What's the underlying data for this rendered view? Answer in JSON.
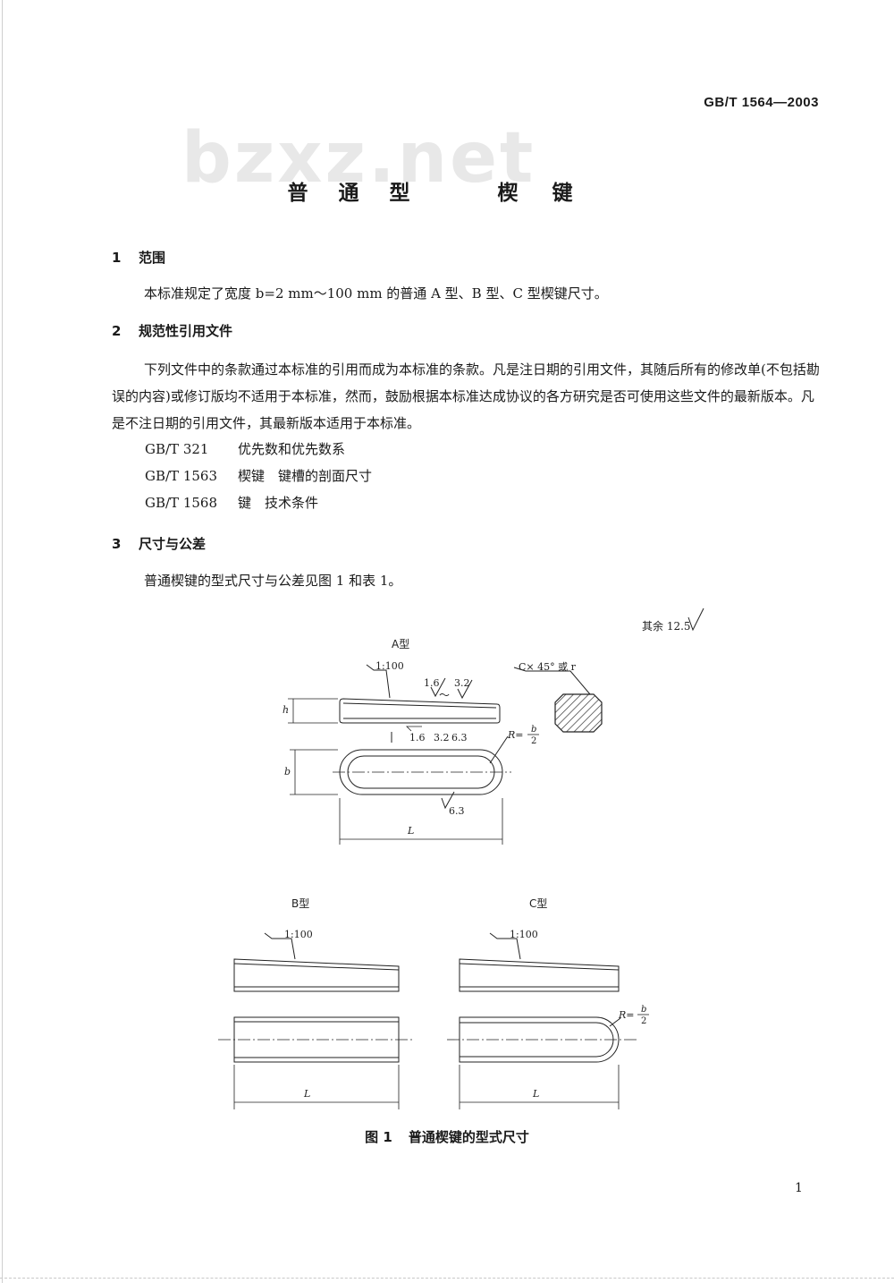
{
  "header": {
    "standard_number": "GB/T 1564—2003"
  },
  "watermark": "bzxz.net",
  "title": {
    "part1": "普通型",
    "part2": "楔键"
  },
  "sections": {
    "scope": {
      "number": "1",
      "heading": "范围",
      "text": "本标准规定了宽度 b=2 mm～100 mm 的普通 A 型、B 型、C 型楔键尺寸。"
    },
    "references": {
      "number": "2",
      "heading": "规范性引用文件",
      "text": "下列文件中的条款通过本标准的引用而成为本标准的条款。凡是注日期的引用文件，其随后所有的修改单(不包括勘误的内容)或修订版均不适用于本标准，然而，鼓励根据本标准达成协议的各方研究是否可使用这些文件的最新版本。凡是不注日期的引用文件，其最新版本适用于本标准。",
      "items": [
        {
          "code": "GB/T 321",
          "title": "优先数和优先数系"
        },
        {
          "code": "GB/T 1563",
          "title": "楔键　键槽的剖面尺寸"
        },
        {
          "code": "GB/T 1568",
          "title": "键　技术条件"
        }
      ]
    },
    "dimensions": {
      "number": "3",
      "heading": "尺寸与公差",
      "text": "普通楔键的型式尺寸与公差见图 1 和表 1。"
    }
  },
  "figure": {
    "roughness_rest": "其余 12.5",
    "type_a": "A型",
    "type_b": "B型",
    "type_c": "C型",
    "slope": "1:100",
    "roughness_1_6": "1.6",
    "roughness_3_2": "3.2",
    "roughness_6_3": "6.3",
    "tilde": "～",
    "chamfer": "C× 45° 或 r",
    "radius_label": "R=",
    "radius_num": "b",
    "radius_den": "2",
    "dim_h": "h",
    "dim_b": "b",
    "dim_L": "L",
    "caption_number": "图 1",
    "caption_text": "普通楔键的型式尺寸"
  },
  "page_number": "1"
}
